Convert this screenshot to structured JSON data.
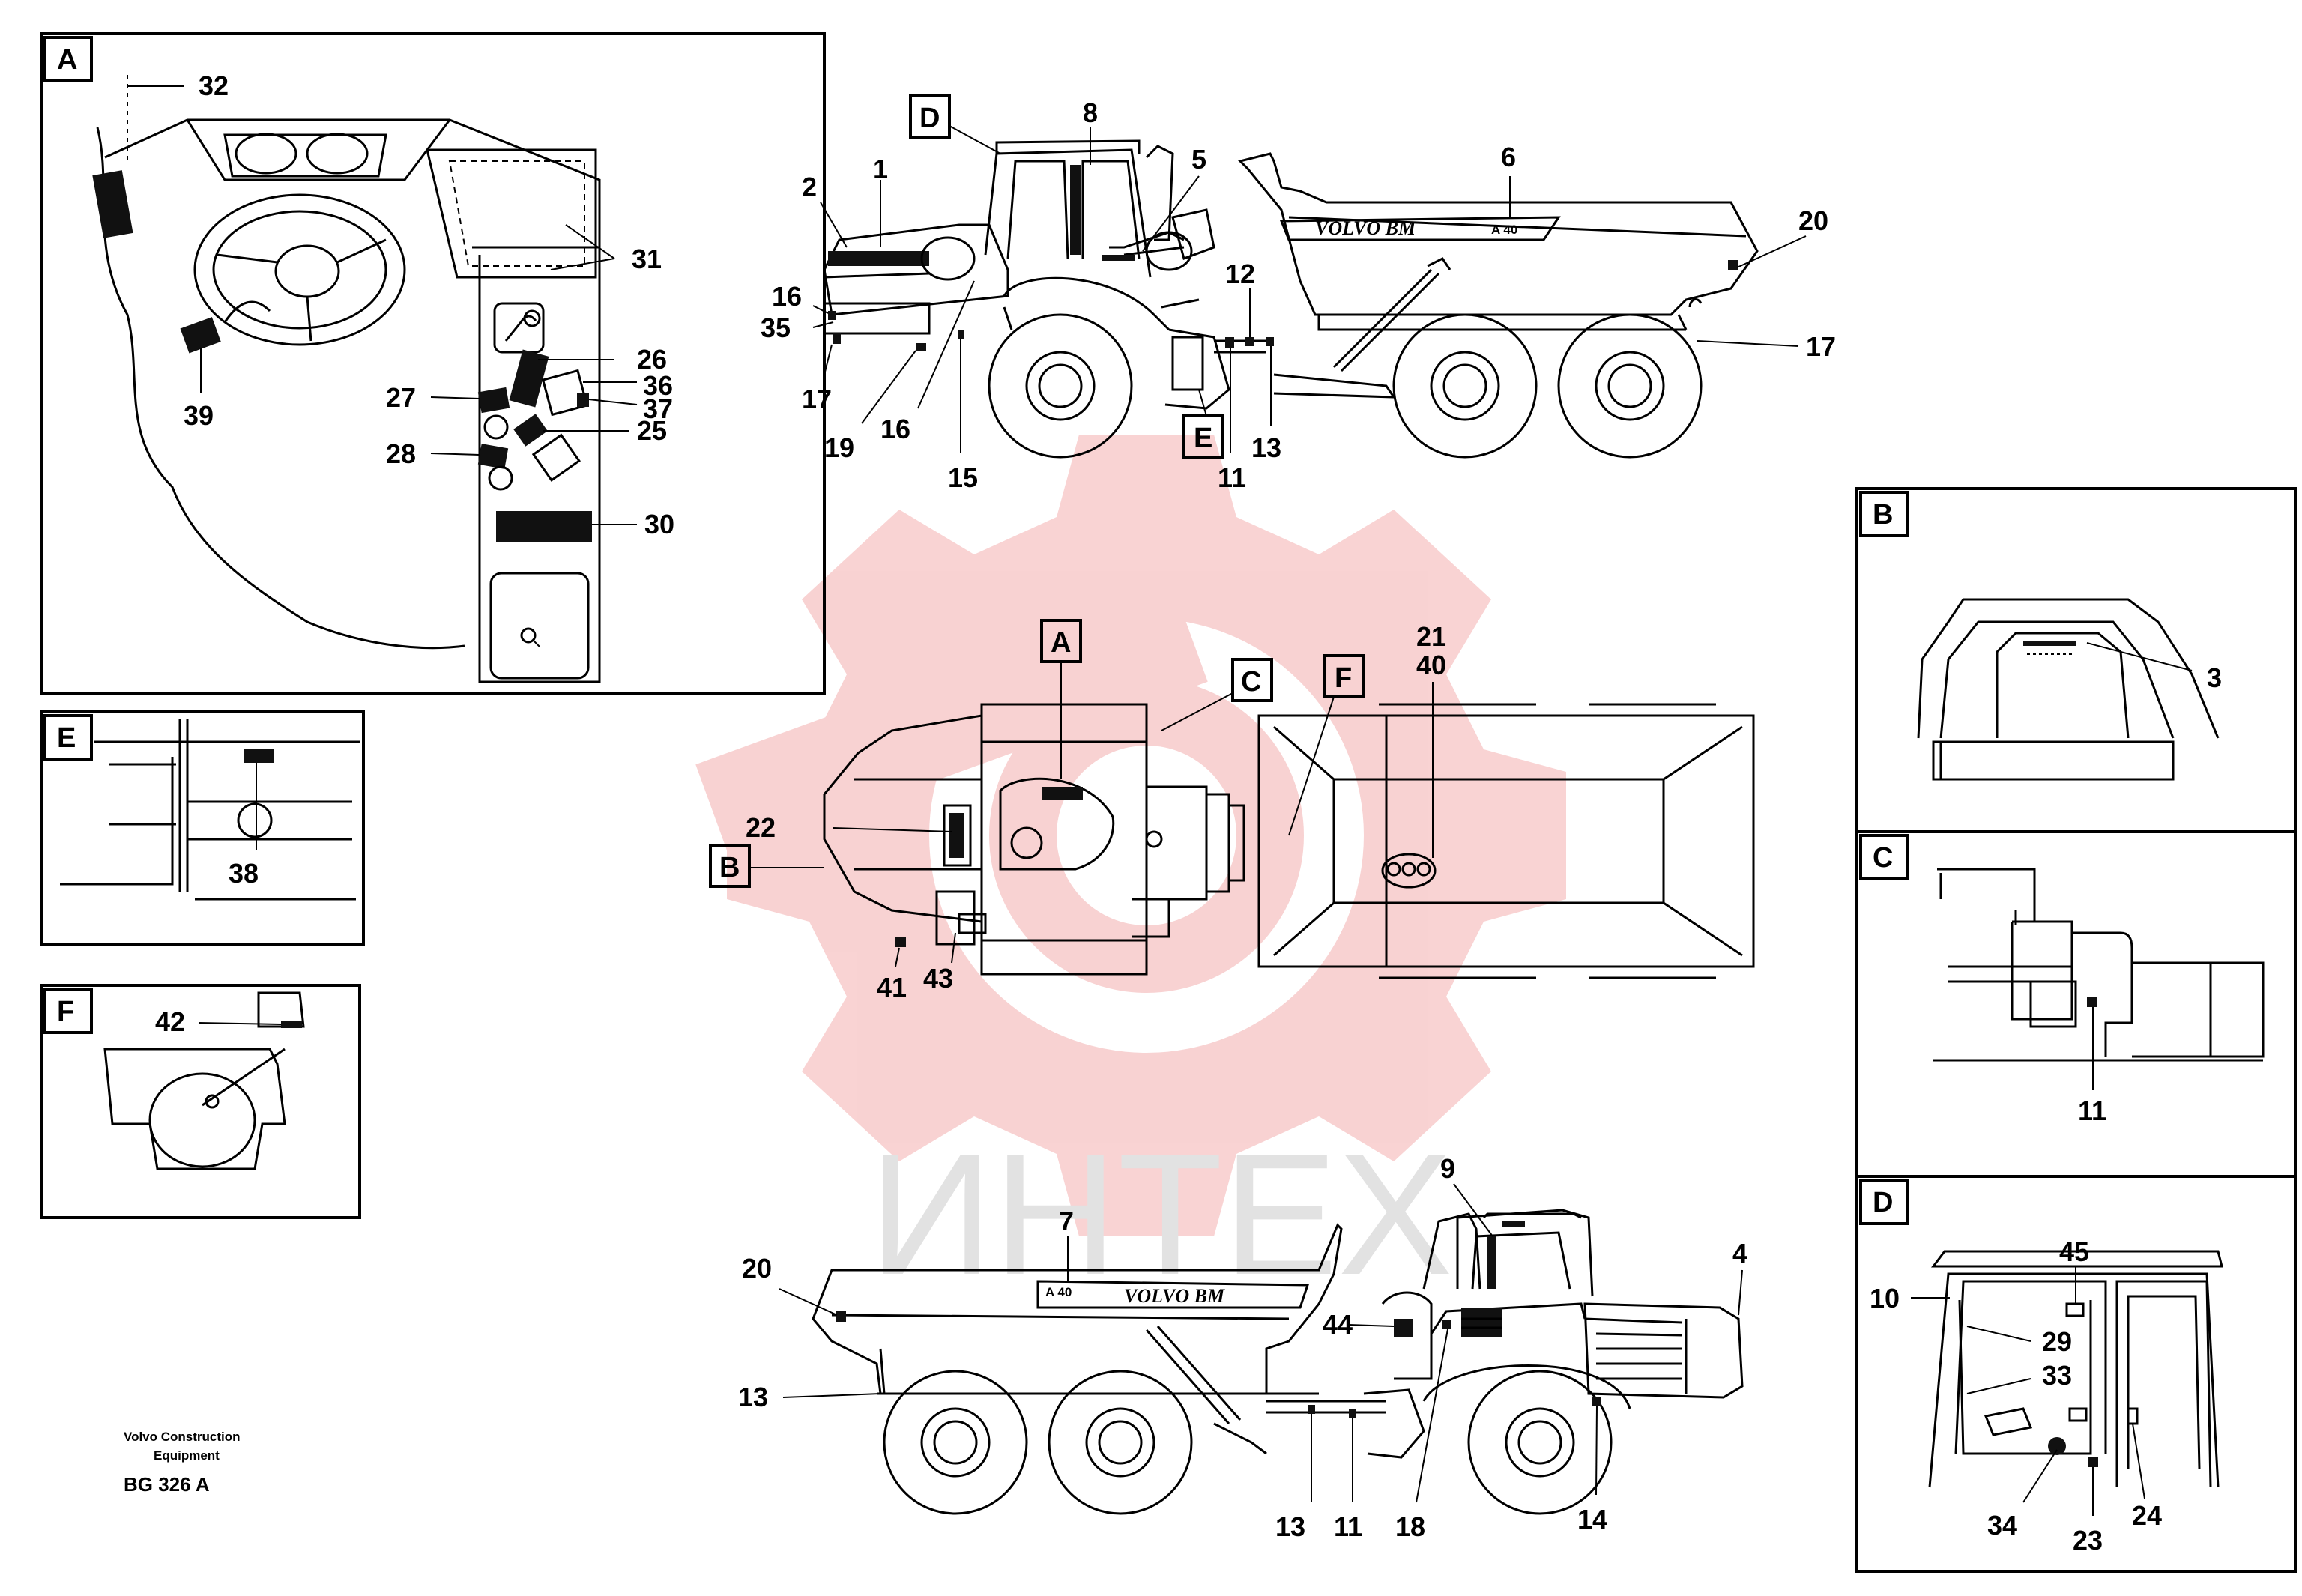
{
  "panels": {
    "A": "A",
    "B": "B",
    "C": "C",
    "D": "D",
    "E": "E",
    "F": "F"
  },
  "callouts": {
    "A": "A",
    "B": "B",
    "C": "C",
    "D": "D",
    "E": "E",
    "F": "F"
  },
  "numbers": {
    "n1": "1",
    "n2": "2",
    "n3": "3",
    "n4": "4",
    "n5": "5",
    "n6": "6",
    "n7": "7",
    "n8": "8",
    "n9": "9",
    "n10": "10",
    "n11": "11",
    "n12": "12",
    "n13": "13",
    "n14": "14",
    "n15": "15",
    "n16": "16",
    "n17": "17",
    "n18": "18",
    "n19": "19",
    "n20": "20",
    "n21": "21",
    "n22": "22",
    "n23": "23",
    "n24": "24",
    "n25": "25",
    "n26": "26",
    "n27": "27",
    "n28": "28",
    "n29": "29",
    "n30": "30",
    "n31": "31",
    "n32": "32",
    "n33": "33",
    "n34": "34",
    "n35": "35",
    "n36": "36",
    "n37": "37",
    "n38": "38",
    "n39": "39",
    "n40": "40",
    "n41": "41",
    "n42": "42",
    "n43": "43",
    "n44": "44",
    "n45": "45"
  },
  "truck": {
    "brand": "VOLVO BM",
    "model": "A 40"
  },
  "footer": {
    "company_line1": "Volvo Construction",
    "company_line2": "Equipment",
    "code": "BG 326 A"
  },
  "watermark": {
    "text": "ИНТЕХ"
  },
  "colors": {
    "ink": "#000000",
    "watermark": "#f5c8c8",
    "watermark_text": "#e2e2e2"
  }
}
